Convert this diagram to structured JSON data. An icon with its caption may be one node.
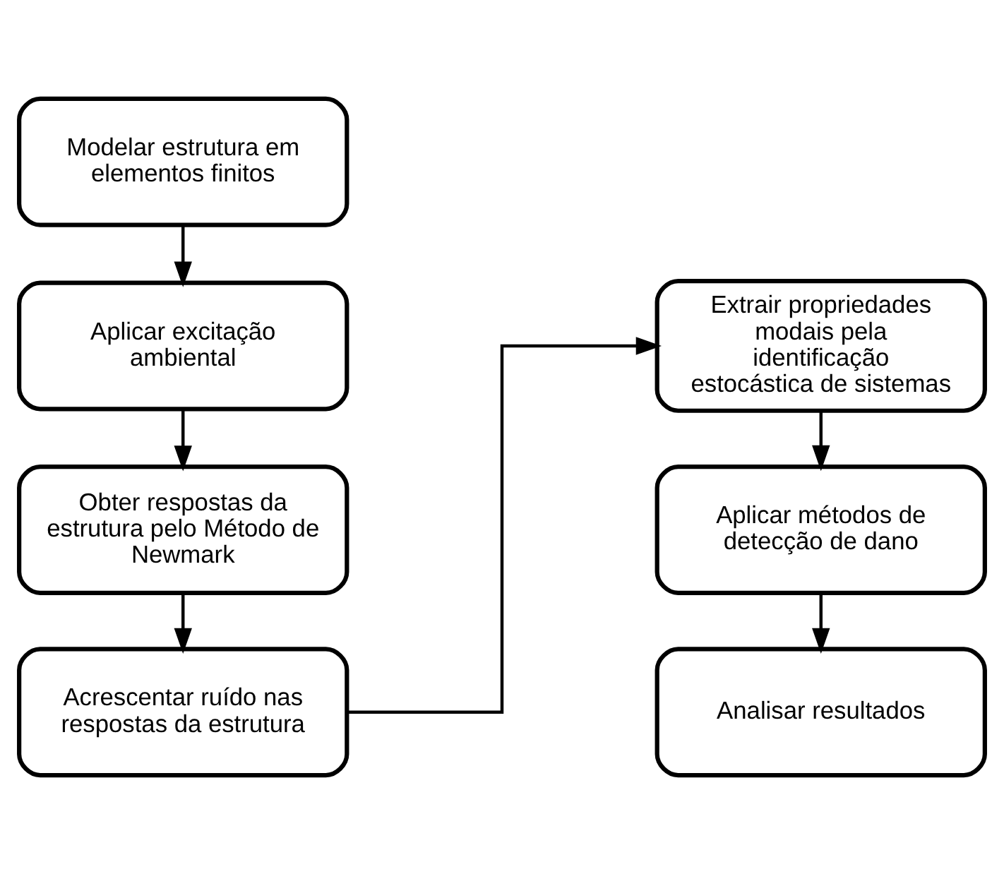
{
  "diagram": {
    "nodes": [
      {
        "text": [
          "Modelar estrutura em elementos finitos"
        ]
      },
      {
        "text": [
          "Aplicar excitação ambiental"
        ]
      },
      {
        "text": [
          "Obter respostas da estrutura pelo Método de Newmark"
        ]
      },
      {
        "text": [
          "Acrescentar ruído nas respostas da estrutura"
        ]
      },
      {
        "text": [
          "Extrair propriedades modais pela identificação estocástica de sistemas"
        ]
      },
      {
        "text": [
          "Aplicar métodos de detecção de dano"
        ]
      },
      {
        "text": [
          "Analisar resultados"
        ]
      }
    ],
    "edges": [
      {
        "from": 0,
        "to": 1,
        "arrow": "to"
      },
      {
        "from": 1,
        "to": 2,
        "arrow": "to"
      },
      {
        "from": 2,
        "to": 3,
        "arrow": "to"
      },
      {
        "from": 3,
        "to": 4,
        "arrow": "to"
      },
      {
        "from": 4,
        "to": 5,
        "arrow": "to"
      },
      {
        "from": 5,
        "to": 6,
        "arrow": "to"
      }
    ]
  }
}
